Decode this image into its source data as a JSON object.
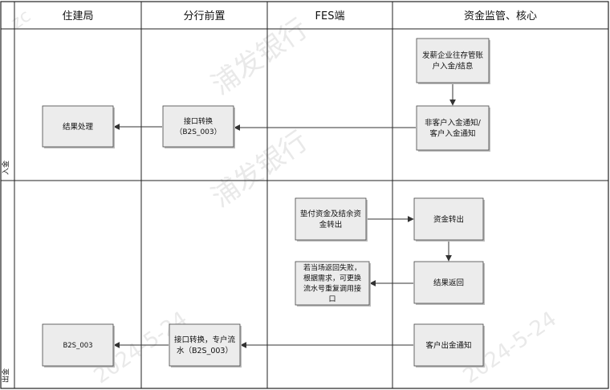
{
  "lanes": [
    "住建局",
    "分行前置",
    "FES端",
    "资金监管、核心"
  ],
  "rows": [
    "入金",
    "出金"
  ],
  "nodes": {
    "n_fx": {
      "lines": [
        "发薪企业往存管账",
        "户入金/结息"
      ]
    },
    "n_notify_in": {
      "lines": [
        "非客户入金通知/",
        "客户入金通知"
      ]
    },
    "n_conv_in": {
      "lines": [
        "接口转换",
        "（B2S_003）"
      ]
    },
    "n_result_in": {
      "lines": [
        "结果处理"
      ]
    },
    "n_pay": {
      "lines": [
        "垫付资金及结余资",
        "金转出"
      ]
    },
    "n_transfer": {
      "lines": [
        "资金转出"
      ]
    },
    "n_fail": {
      "lines": [
        "若当场返回失败，",
        "根据需求，可更换",
        "流水号重复调用接",
        "口"
      ]
    },
    "n_return": {
      "lines": [
        "结果返回"
      ]
    },
    "n_notify_out": {
      "lines": [
        "客户出金通知"
      ]
    },
    "n_conv_out": {
      "lines": [
        "接口转换，专户流",
        "水（B2S_003）"
      ]
    },
    "n_b2s": {
      "lines": [
        "B2S_003"
      ]
    }
  },
  "watermark": {
    "texts": [
      "浦发银行",
      "浦发银行",
      "2024-5-24",
      "2024-5-24",
      "zc"
    ]
  },
  "colors": {
    "node_fill": "#ececec",
    "node_stroke": "#444444",
    "line": "#333333",
    "watermark": "#cfcfcf"
  }
}
